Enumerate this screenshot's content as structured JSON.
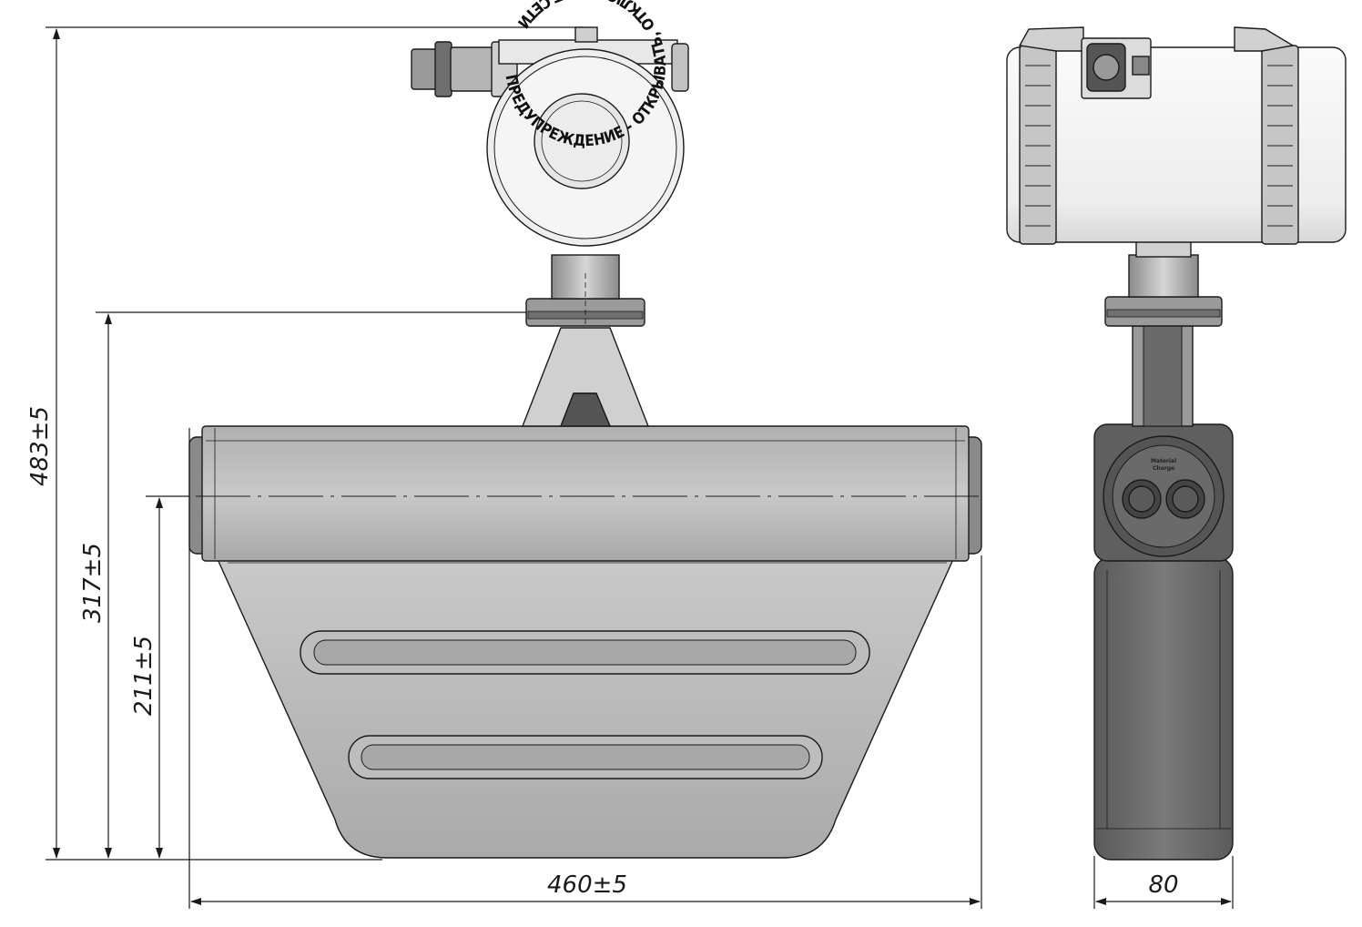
{
  "dimensions": {
    "total_height": "483±5",
    "flange_height": "317±5",
    "axis_height": "211±5",
    "total_width": "460±5",
    "side_width": "80"
  },
  "housing": {
    "ring_text": "ПРЕДУПРЕЖДЕНИЕ - ОТКРЫВАТЬ, ОТКЛЮЧИВ ОТ СЕТИ",
    "badge_line1": "Material",
    "badge_line2": "Charge"
  },
  "colors": {
    "line": "#1a1a1a",
    "body_fill": "#b9b9b9",
    "body_dark": "#7d7d7d",
    "housing_fill": "#f2f2f2",
    "side_body": "#6e6e6e"
  }
}
